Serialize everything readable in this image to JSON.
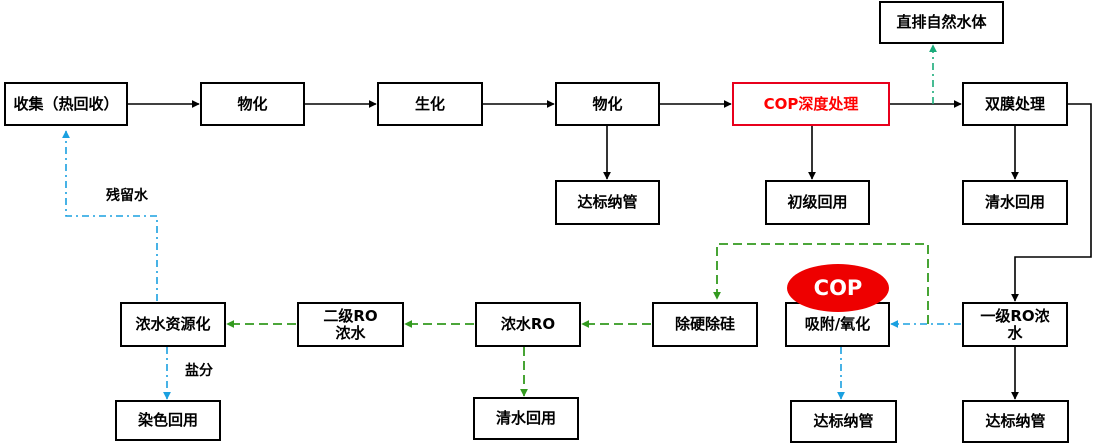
{
  "nodes": {
    "collect": "收集（热回收）",
    "physchem1": "物化",
    "biochem": "生化",
    "physchem2": "物化",
    "cop_deep": "COP深度处理",
    "double_membrane": "双膜处理",
    "direct_discharge": "直排自然水体",
    "sewer1": "达标纳管",
    "primary_reuse": "初级回用",
    "clean_reuse1": "清水回用",
    "ro1_concentrate": "一级RO浓水",
    "adsorb_oxidize": "吸附/氧化",
    "cop_badge": "COP",
    "hardness_silica": "除硬除硅",
    "concentrate_ro": "浓水RO",
    "ro2_concentrate": "二级RO浓水",
    "concentrate_resource": "浓水资源化",
    "sewer2": "达标纳管",
    "sewer3": "达标纳管",
    "clean_reuse2": "清水回用",
    "dye_reuse": "染色回用"
  },
  "labels": {
    "residual_water": "残留水",
    "salt_separation": "盐分"
  },
  "colors": {
    "solid": "#000000",
    "green_dashed": "#339a1f",
    "blue_dashdot": "#1aa0e0",
    "teal_dashdot": "#1aab7a",
    "cop_red": "#ee0000"
  }
}
